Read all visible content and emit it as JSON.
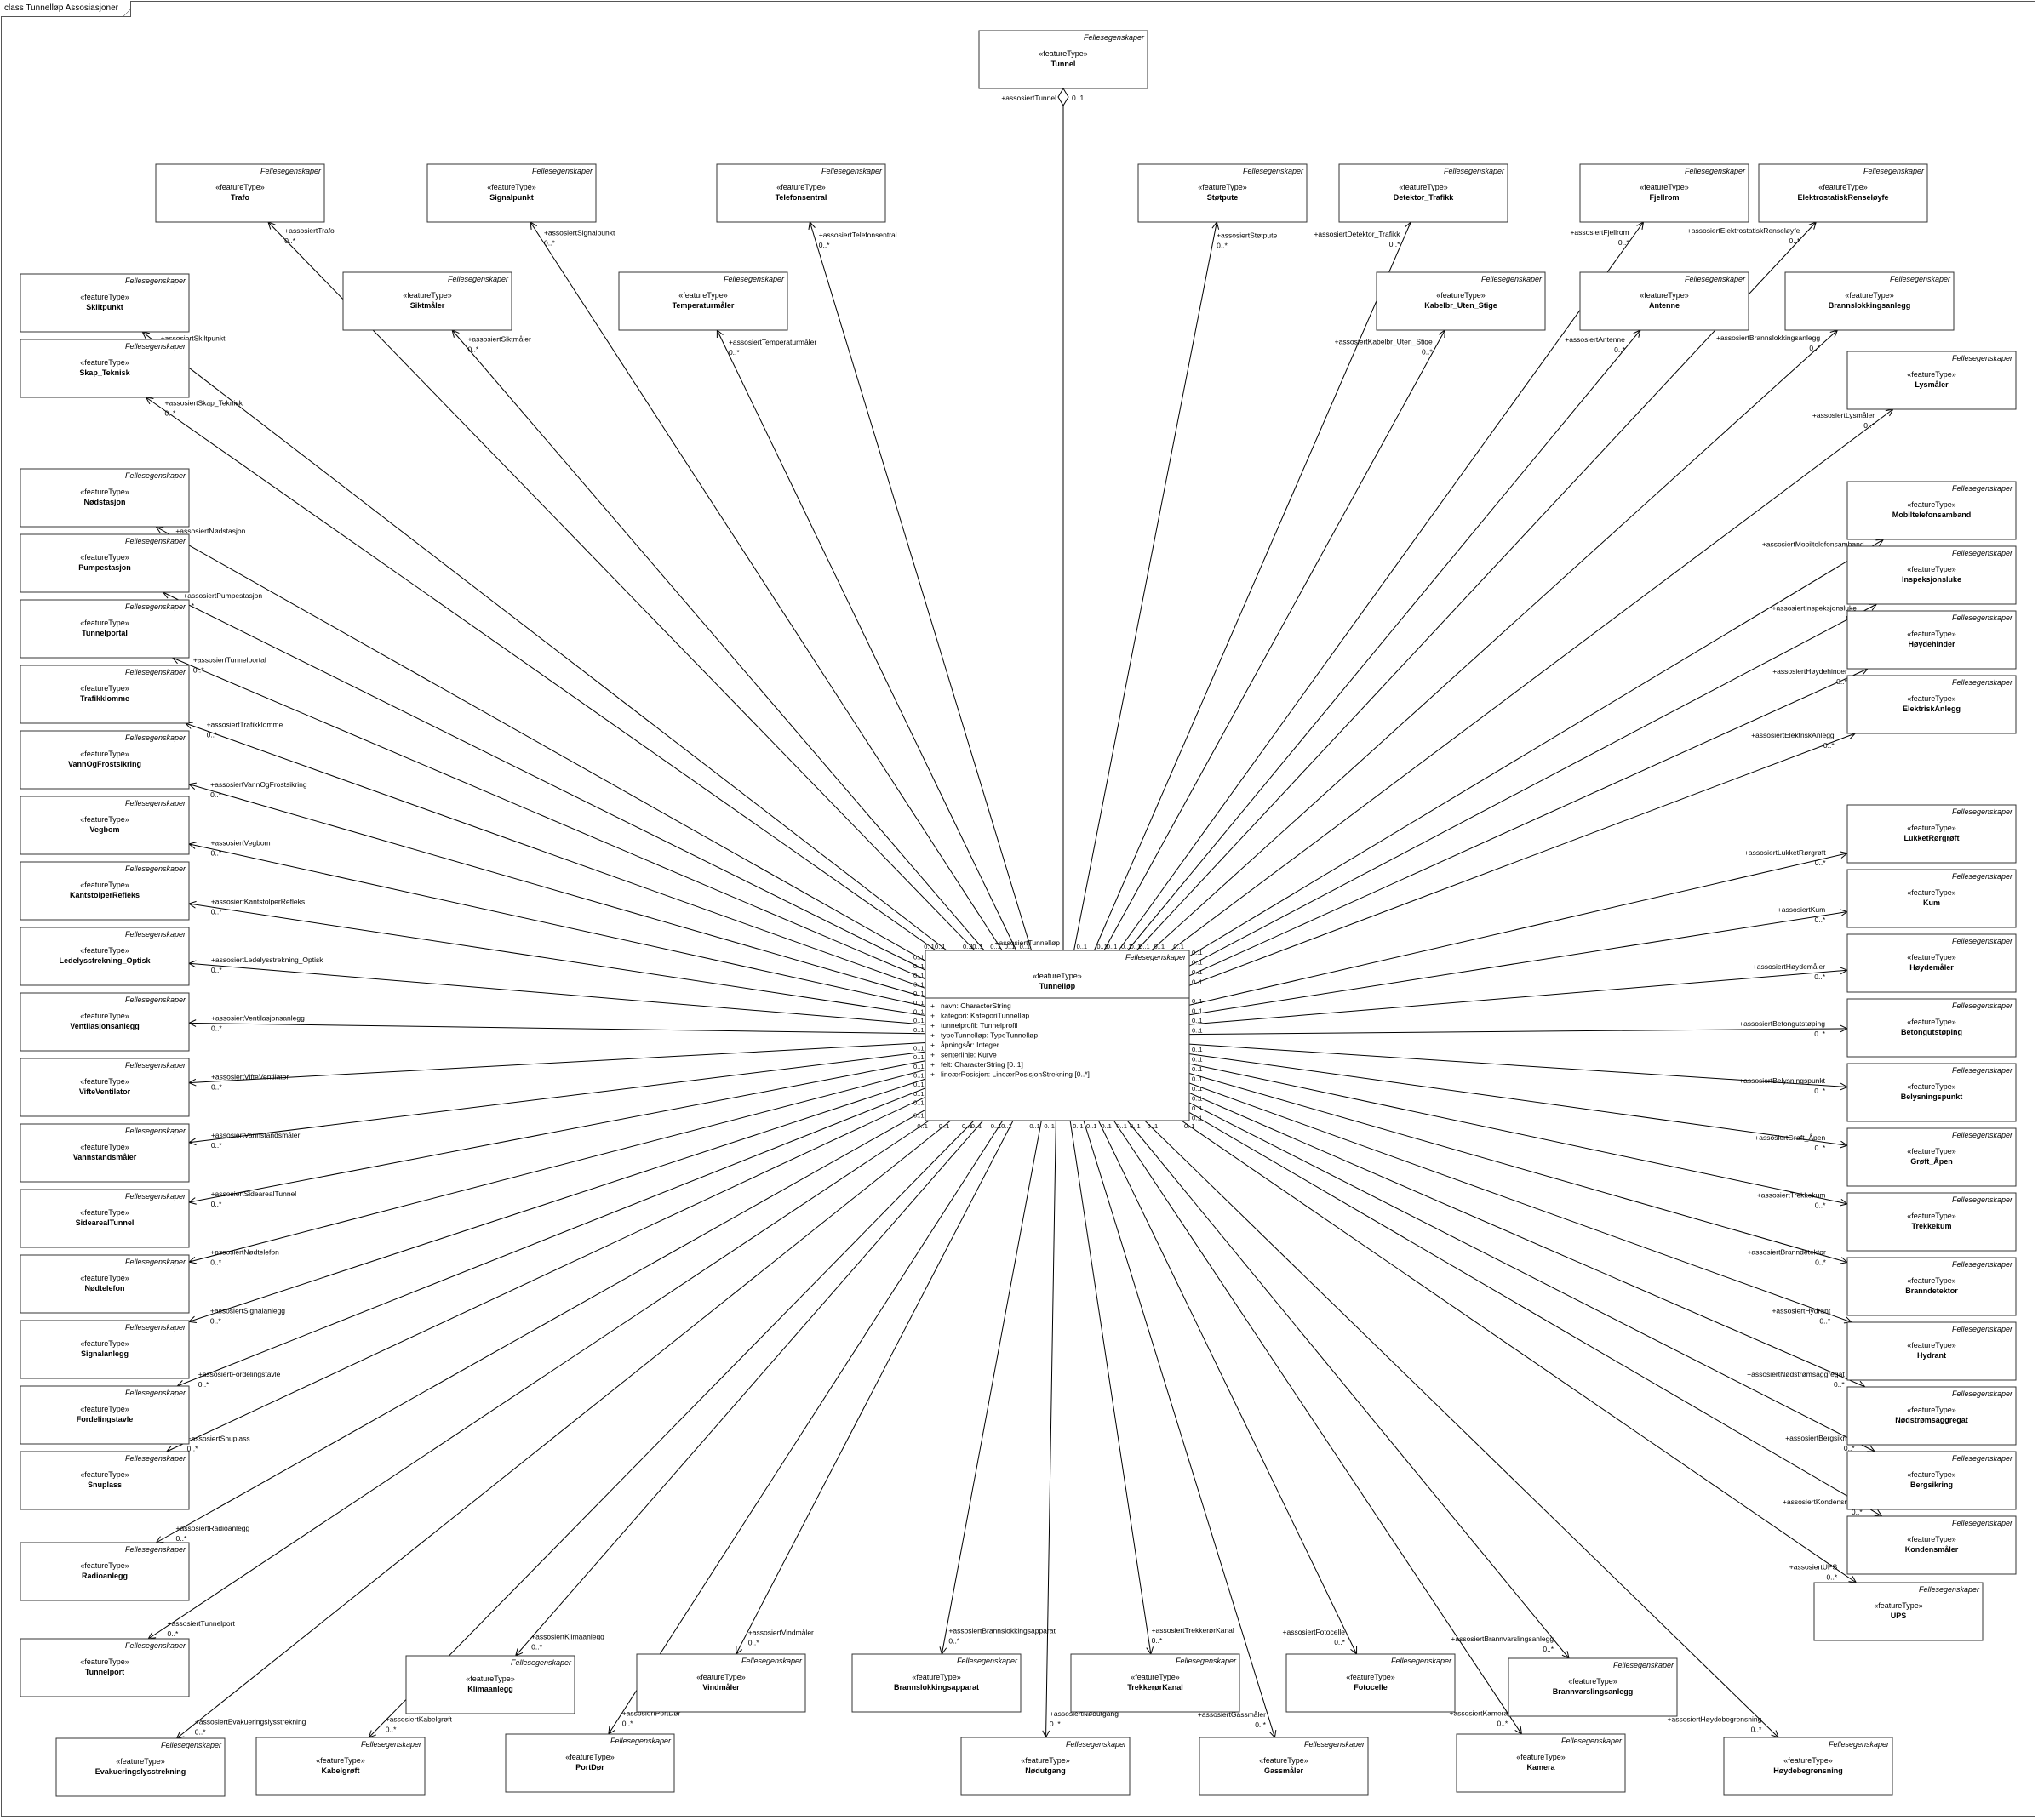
{
  "diagram_title": "class Tunnelløp Assosiasjoner",
  "package": "Fellesegenskaper",
  "stereotype": "«featureType»",
  "main_class": {
    "name": "Tunnelløp",
    "attributes": [
      "+   navn: CharacterString",
      "+   kategori: KategoriTunnelløp",
      "+   tunnelprofil: Tunnelprofil",
      "+   typeTunnelløp: TypeTunnelløp",
      "+   åpningsår: Integer",
      "+   senterlinje: Kurve",
      "+   felt: CharacterString [0..1]",
      "+   lineærPosisjon: LineærPosisjonStrekning [0..*]"
    ]
  },
  "tunnel_class": {
    "name": "Tunnel",
    "role": "+assosiertTunnel",
    "mult": "0..1"
  },
  "main_role_label": "+assosiertTunnelløp",
  "main_mult_label": "0..1",
  "default_mult": "0..*",
  "classes": [
    {
      "name": "Trafo",
      "role": "+assosiertTrafo"
    },
    {
      "name": "Signalpunkt",
      "role": "+assosiertSignalpunkt"
    },
    {
      "name": "Telefonsentral",
      "role": "+assosiertTelefonsentral"
    },
    {
      "name": "Støtpute",
      "role": "+assosiertStøtpute"
    },
    {
      "name": "Detektor_Trafikk",
      "role": "+assosiertDetektor_Trafikk"
    },
    {
      "name": "Fjellrom",
      "role": "+assosiertFjellrom"
    },
    {
      "name": "ElektrostatiskRenseløyfe",
      "role": "+assosiertElektrostatiskRenseløyfe"
    },
    {
      "name": "Skiltpunkt",
      "role": "+assosiertSkiltpunkt"
    },
    {
      "name": "Siktmåler",
      "role": "+assosiertSiktmåler"
    },
    {
      "name": "Temperaturmåler",
      "role": "+assosiertTemperaturmåler"
    },
    {
      "name": "Kabelbr_Uten_Stige",
      "role": "+assosiertKabelbr_Uten_Stige"
    },
    {
      "name": "Antenne",
      "role": "+assosiertAntenne"
    },
    {
      "name": "Brannslokkingsanlegg",
      "role": "+assosiertBrannslokkingsanlegg"
    },
    {
      "name": "Skap_Teknisk",
      "role": "+assosiertSkap_Teknisk"
    },
    {
      "name": "Lysmåler",
      "role": "+assosiertLysmåler"
    },
    {
      "name": "Nødstasjon",
      "role": "+assosiertNødstasjon"
    },
    {
      "name": "Pumpestasjon",
      "role": "+assosiertPumpestasjon"
    },
    {
      "name": "Tunnelportal",
      "role": "+assosiertTunnelportal"
    },
    {
      "name": "Trafikklomme",
      "role": "+assosiertTrafikklomme"
    },
    {
      "name": "VannOgFrostsikring",
      "role": "+assosiertVannOgFrostsikring"
    },
    {
      "name": "Vegbom",
      "role": "+assosiertVegbom"
    },
    {
      "name": "KantstolperRefleks",
      "role": "+assosiertKantstolperRefleks"
    },
    {
      "name": "Ledelysstrekning_Optisk",
      "role": "+assosiertLedelysstrekning_Optisk"
    },
    {
      "name": "Ventilasjonsanlegg",
      "role": "+assosiertVentilasjonsanlegg"
    },
    {
      "name": "ViftеVentilator",
      "role": "+assosiertVifteVentilator"
    },
    {
      "name": "Vannstandsmåler",
      "role": "+assosiertVannstandsmåler"
    },
    {
      "name": "SidearealTunnel",
      "role": "+assosiertSidearealTunnel"
    },
    {
      "name": "Nødtelefon",
      "role": "+assosiertNødtelefon"
    },
    {
      "name": "Signalanlegg",
      "role": "+assosiertSignalanlegg"
    },
    {
      "name": "Fordelingstavle",
      "role": "+assosiertFordelingstavle"
    },
    {
      "name": "Snuplass",
      "role": "+assosiertSnuplass"
    },
    {
      "name": "Radioanlegg",
      "role": "+assosiertRadioanlegg"
    },
    {
      "name": "Tunnelport",
      "role": "+assosiertTunnelport"
    },
    {
      "name": "Evakueringslysstrekning",
      "role": "+assosiertEvakueringslysstrekning"
    },
    {
      "name": "Mobiltelefonsamband",
      "role": "+assosiertMobiltelefonsamband"
    },
    {
      "name": "Inspeksjonsluke",
      "role": "+assosiertInspeksjonsluke"
    },
    {
      "name": "Høydehinder",
      "role": "+assosiertHøydehinder"
    },
    {
      "name": "ElektriskAnlegg",
      "role": "+assosiertElektriskAnlegg"
    },
    {
      "name": "LukketRørgrøft",
      "role": "+assosiertLukketRørgrøft"
    },
    {
      "name": "Kum",
      "role": "+assosiertKum"
    },
    {
      "name": "Høydemåler",
      "role": "+assosiertHøydemåler"
    },
    {
      "name": "Betongutstøping",
      "role": "+assosiertBetongutstøping"
    },
    {
      "name": "Belysningspunkt",
      "role": "+assosiertBelysningspunkt"
    },
    {
      "name": "Grøft_Åpen",
      "role": "+assosiertGrøft_Åpen"
    },
    {
      "name": "Trekkekum",
      "role": "+assosiertTrekkekum"
    },
    {
      "name": "Branndetektor",
      "role": "+assosiertBranndetektor"
    },
    {
      "name": "Hydrant",
      "role": "+assosiertHydrant"
    },
    {
      "name": "Nødstrømsaggregat",
      "role": "+assosiertNødstrømsaggregat"
    },
    {
      "name": "Bergsikring",
      "role": "+assosiertBergsikring"
    },
    {
      "name": "Kondensmåler",
      "role": "+assosiertKondensmåler"
    },
    {
      "name": "UPS",
      "role": "+assosiertUPS"
    },
    {
      "name": "Klimaanlegg",
      "role": "+assosiertKlimaanlegg"
    },
    {
      "name": "Vindmåler",
      "role": "+assosiertVindmåler"
    },
    {
      "name": "Brannslokkingsapparat",
      "role": "+assosiertBrannslokkingsapparat"
    },
    {
      "name": "TrekkerørKanal",
      "role": "+assosiertTrekkerørKanal"
    },
    {
      "name": "Fotocelle",
      "role": "+assosiertFotocelle"
    },
    {
      "name": "Brannvarslingsanlegg",
      "role": "+assosiertBrannvarslingsanlegg"
    },
    {
      "name": "Kabelgrøft",
      "role": "+assosiertKabelgrøft"
    },
    {
      "name": "PortDør",
      "role": "+assosiertPortDør"
    },
    {
      "name": "Nødutgang",
      "role": "+assosiertNødutgang"
    },
    {
      "name": "Gassmåler",
      "role": "+assosiertGassmåler"
    },
    {
      "name": "Kamera",
      "role": "+assosiertKamera"
    },
    {
      "name": "Høydebegrensning",
      "role": "+assosiertHøydebegrensning"
    }
  ]
}
